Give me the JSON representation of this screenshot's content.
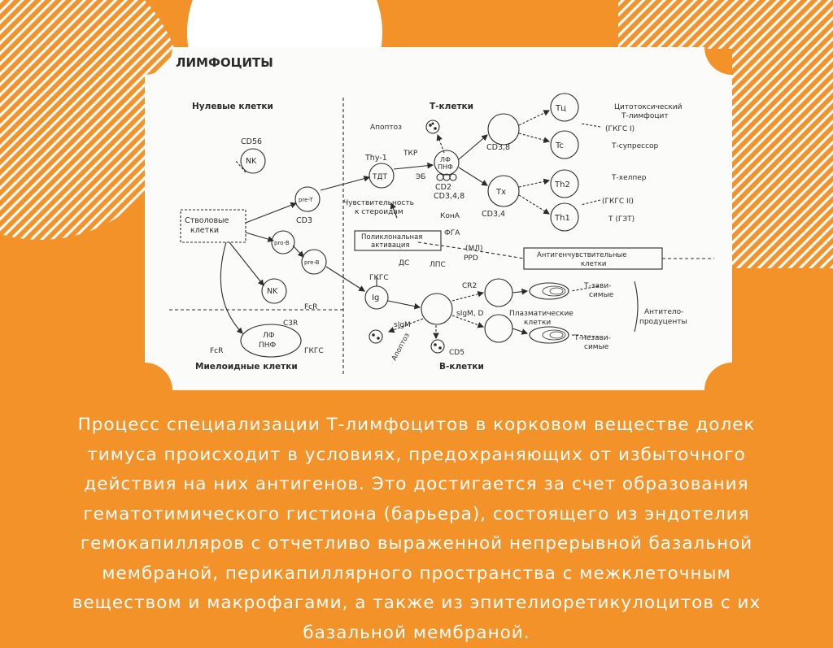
{
  "colors": {
    "background": "#f4922a",
    "card": "#fbfbfa",
    "ink": "#2b2b2b",
    "caption_text": "#ffffff",
    "stripes": "#ffffff"
  },
  "diagram": {
    "title": "ЛИМФОЦИТЫ",
    "sections": {
      "null_cells": "Нулевые клетки",
      "t_cells": "Т-клетки",
      "myeloid_cells": "Миелоидные клетки",
      "b_cells": "В-клетки"
    },
    "nodes": {
      "stem": [
        "Стволовые",
        "клетки"
      ],
      "nk_top": "NK",
      "cd56": "CD56",
      "pre_t": "pre-T",
      "cd3_left": "CD3",
      "pre_b": "pro-B",
      "pre_b2": "pre-B",
      "nk_bottom": "NK",
      "fcr_nk": "FcR",
      "c3r": "C3R",
      "lf_pnf_bottom": [
        "ЛФ",
        "ПНФ"
      ],
      "fcr_bottom": "FcR",
      "gkgs_bottom": "ГКГС",
      "thy1": "Thy-1",
      "tdt": "ТДТ",
      "apoptosis_t": "Апоптоз",
      "tkr": "ТКР",
      "lf_pnf_top": [
        "ЛФ",
        "ПНФ"
      ],
      "eb": "ЭБ",
      "cd2": "CD2",
      "cd348": "CD3,4,8",
      "steroid_sens": [
        "Чувствительность",
        "к стероидам"
      ],
      "cd38": "CD3,8",
      "tc_upper": "Tц",
      "tc_lower": "Tc",
      "cytotoxic": [
        "Цитотоксический",
        "Т-лимфоцит"
      ],
      "gkgs1": "(ГКГС I)",
      "t_suppressor": "Т-супрессор",
      "tx": "Tx",
      "cd34": "CD3,4",
      "th2": "Th2",
      "th1": "Th1",
      "t_helper": "Т-хелпер",
      "gkgs2": "(ГКГС II)",
      "t_gzt": "Т (ГЗТ)",
      "kona": "КонА",
      "polyclonal": [
        "Поликлональная",
        "активация"
      ],
      "fga": "ФГА",
      "ml": "(МЛ)",
      "ppd": "PPD",
      "ds": "ДС",
      "lps": "ЛПС",
      "antigen_sens": [
        "Антигенчувствительные",
        "клетки"
      ],
      "gkgs_b": "ГКГС",
      "ig": "Ig",
      "cr2": "CR2",
      "sigm_d": "sIgM, D",
      "sigm": "sIgM",
      "apoptosis_b": "Апоптоз",
      "cd5": "CD5",
      "plasma": [
        "Плазматические",
        "клетки"
      ],
      "t_dependent": [
        "Т-зави-",
        "симые"
      ],
      "t_independent": [
        "Т-незави-",
        "симые"
      ],
      "antibody_producers": [
        "Антитело-",
        "продуценты"
      ]
    }
  },
  "caption": {
    "lines": [
      "Процесс специализации Т-лимфоцитов в корковом веществе долек",
      "тимуса происходит в условиях, предохраняющих от избыточного",
      "действия на них антигенов. Это достигается за счет образования",
      "гематотимического гистиона (барьера), состоящего из эндотелия",
      "гемокапилляров с отчетливо выраженной непрерывной базальной",
      "мембраной, перикапиллярного пространства с межклеточным",
      "веществом и макрофагами, а также из эпителиоретикулоцитов с их",
      "базальной мембраной."
    ]
  }
}
